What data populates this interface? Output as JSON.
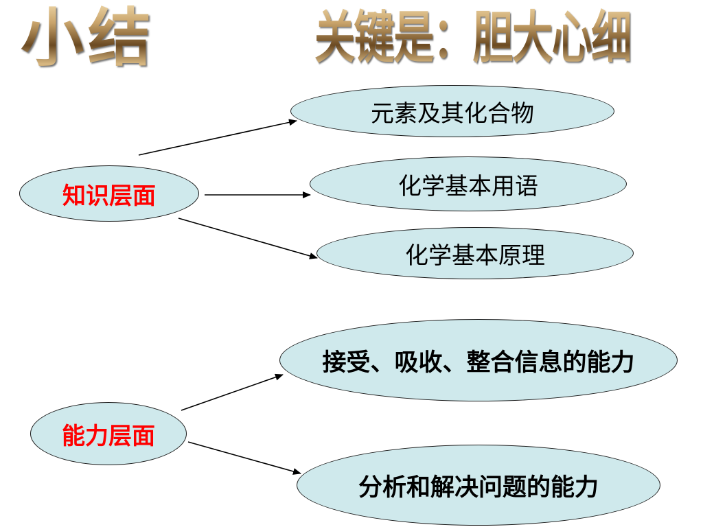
{
  "slide": {
    "title_main": "小结",
    "title_sub": "关键是：胆大心细"
  },
  "groups": [
    {
      "label": "知识层面",
      "items": [
        "元素及其化合物",
        "化学基本用语",
        "化学基本原理"
      ]
    },
    {
      "label": "能力层面",
      "items": [
        "接受、吸收、整合信息的能力",
        "分析和解决问题的能力"
      ]
    }
  ],
  "colors": {
    "node_fill": "#cfe9ec",
    "category_text": "#ff0000",
    "arrow": "#000000"
  }
}
